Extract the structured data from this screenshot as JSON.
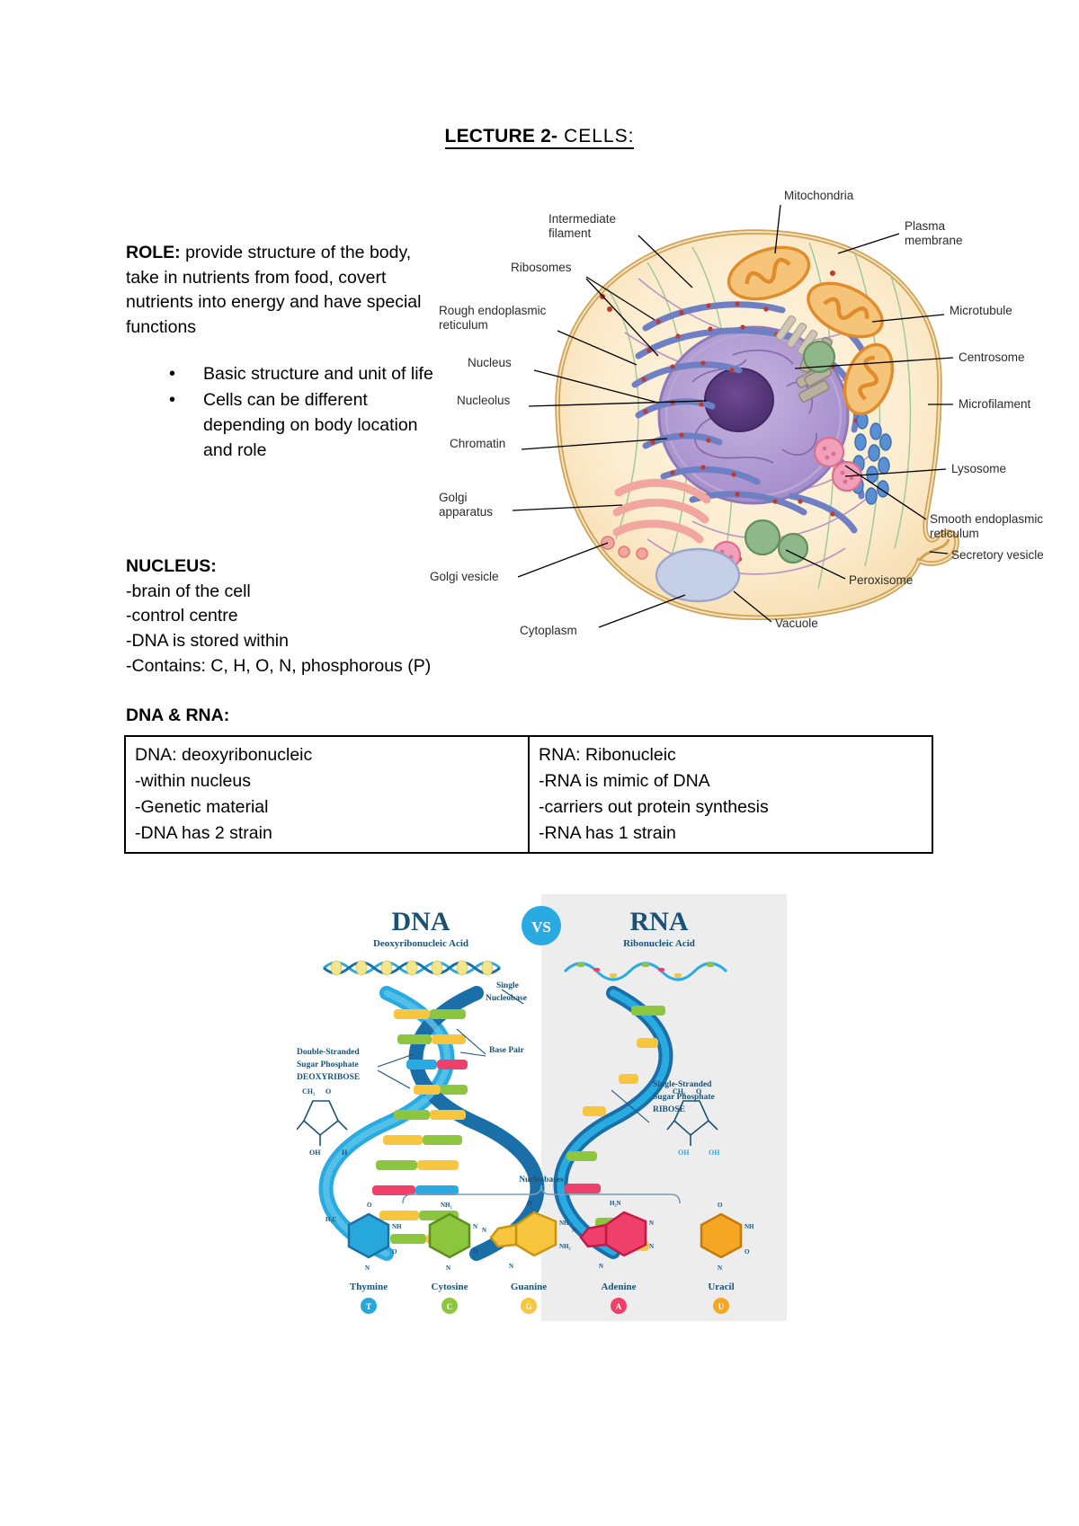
{
  "document": {
    "title_bold": "LECTURE 2-",
    "title_regular": " CELLS:"
  },
  "role_section": {
    "label": "ROLE:",
    "body": " provide structure of the body, take in nutrients from food, covert nutrients into energy and have special functions",
    "bullets": [
      "Basic structure and unit of life",
      "Cells can be different depending on body location and role"
    ]
  },
  "nucleus_section": {
    "heading": "NUCLEUS:",
    "lines": [
      "-brain of the cell",
      "-control centre",
      "-DNA is stored within",
      "-Contains: C, H, O, N, phosphorous (P)"
    ]
  },
  "dna_rna_section": {
    "heading": "DNA & RNA:",
    "table": {
      "left": [
        "DNA: deoxyribonucleic",
        "-within nucleus",
        "-Genetic material",
        "-DNA has 2 strain"
      ],
      "right": [
        "RNA: Ribonucleic",
        "-RNA is mimic of DNA",
        "-carriers out protein synthesis",
        "-RNA has 1 strain"
      ]
    }
  },
  "cell_diagram": {
    "labels_left": [
      "Intermediate filament",
      "Ribosomes",
      "Rough endoplasmic reticulum",
      "Nucleus",
      "Nucleolus",
      "Chromatin",
      "Golgi apparatus",
      "Golgi vesicle",
      "Cytoplasm"
    ],
    "labels_right": [
      "Mitochondria",
      "Plasma membrane",
      "Microtubule",
      "Centrosome",
      "Microfilament",
      "Lysosome",
      "Smooth endoplasmic reticulum",
      "Secretory vesicle",
      "Peroxisome",
      "Vacuole"
    ],
    "l_intermediate_filament_1": "Intermediate",
    "l_intermediate_filament_2": "filament",
    "l_ribosomes": "Ribosomes",
    "l_rough_er_1": "Rough endoplasmic",
    "l_rough_er_2": "reticulum",
    "l_nucleus": "Nucleus",
    "l_nucleolus": "Nucleolus",
    "l_chromatin": "Chromatin",
    "l_golgi_1": "Golgi",
    "l_golgi_2": "apparatus",
    "l_golgi_vesicle": "Golgi vesicle",
    "l_cytoplasm": "Cytoplasm",
    "r_mitochondria": "Mitochondria",
    "r_plasma_1": "Plasma",
    "r_plasma_2": "membrane",
    "r_microtubule": "Microtubule",
    "r_centrosome": "Centrosome",
    "r_microfilament": "Microfilament",
    "r_lysosome": "Lysosome",
    "r_smooth_er_1": "Smooth endoplasmic",
    "r_smooth_er_2": "reticulum",
    "r_secretory_vesicle": "Secretory vesicle",
    "r_peroxisome": "Peroxisome",
    "r_vacuole": "Vacuole"
  },
  "dna_rna_figure": {
    "vs_badge": "VS",
    "dna_title": "DNA",
    "dna_subtitle": "Deoxyribonucleic Acid",
    "rna_title": "RNA",
    "rna_subtitle": "Ribonucleic Acid",
    "dna_note_1": "Double-Stranded",
    "dna_note_2": "Sugar Phosphate",
    "dna_note_3": "DEOXYRIBOSE",
    "base_pair": "Base Pair",
    "rna_note_1": "Single",
    "rna_note_2": "Nucleobase",
    "rna_note_3": "Single-Stranded",
    "rna_note_4": "Sugar Phosphate",
    "rna_note_5": "RIBOSE",
    "nucleobases_label": "Nucleobases",
    "sugar_ch2": "CH₂",
    "sugar_o": "O",
    "sugar_h": "H",
    "sugar_oh": "OH",
    "nucleobases": [
      {
        "name": "Thymine",
        "letter": "T",
        "color": "#27a8dc"
      },
      {
        "name": "Cytosine",
        "letter": "C",
        "color": "#8cc63e"
      },
      {
        "name": "Guanine",
        "letter": "G",
        "color": "#f7c63e"
      },
      {
        "name": "Adenine",
        "letter": "A",
        "color": "#ef3f6b"
      },
      {
        "name": "Uracil",
        "letter": "U",
        "color": "#f5a623"
      }
    ],
    "nb_0_name": "Thymine",
    "nb_0_letter": "T",
    "nb_1_name": "Cytosine",
    "nb_1_letter": "C",
    "nb_2_name": "Guanine",
    "nb_2_letter": "G",
    "nb_3_name": "Adenine",
    "nb_3_letter": "A",
    "nb_4_name": "Uracil",
    "nb_4_letter": "U",
    "colors": {
      "dark_blue": "#1a5276",
      "cyan": "#29abe2",
      "panel_grey": "#ededed",
      "yellow": "#f7c63e",
      "green": "#8cc63e",
      "pink": "#ef3f6b",
      "orange": "#f5a623"
    }
  }
}
